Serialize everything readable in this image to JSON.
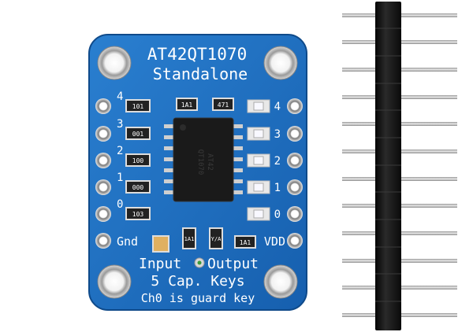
{
  "board": {
    "title": "AT42QT1070",
    "subtitle": "Standalone",
    "left_pins": [
      "4",
      "3",
      "2",
      "1",
      "0"
    ],
    "right_pins": [
      "4",
      "3",
      "2",
      "1",
      "0"
    ],
    "gnd_label": "Gnd",
    "vdd_label": "VDD",
    "input_label": "Input",
    "output_label": "Output",
    "keys_label": "5 Cap. Keys",
    "guard_label": "Ch0 is guard key",
    "resistor_codes": [
      "101",
      "001",
      "100",
      "000",
      "103"
    ],
    "top_resistor_codes": [
      "1A1",
      "471"
    ],
    "bottom_resistor_codes": [
      "1A1",
      "Y/A"
    ],
    "vdd_resistor_code": "1A1"
  },
  "colors": {
    "pcb": "#1f6fc2",
    "pcb_edge": "#15539a",
    "silkscreen": "#ffffff",
    "pad_gold": "#d9d9d9",
    "chip": "#1a1a1a",
    "header_plastic": "#111111",
    "header_pin": "#c8c8c8"
  }
}
